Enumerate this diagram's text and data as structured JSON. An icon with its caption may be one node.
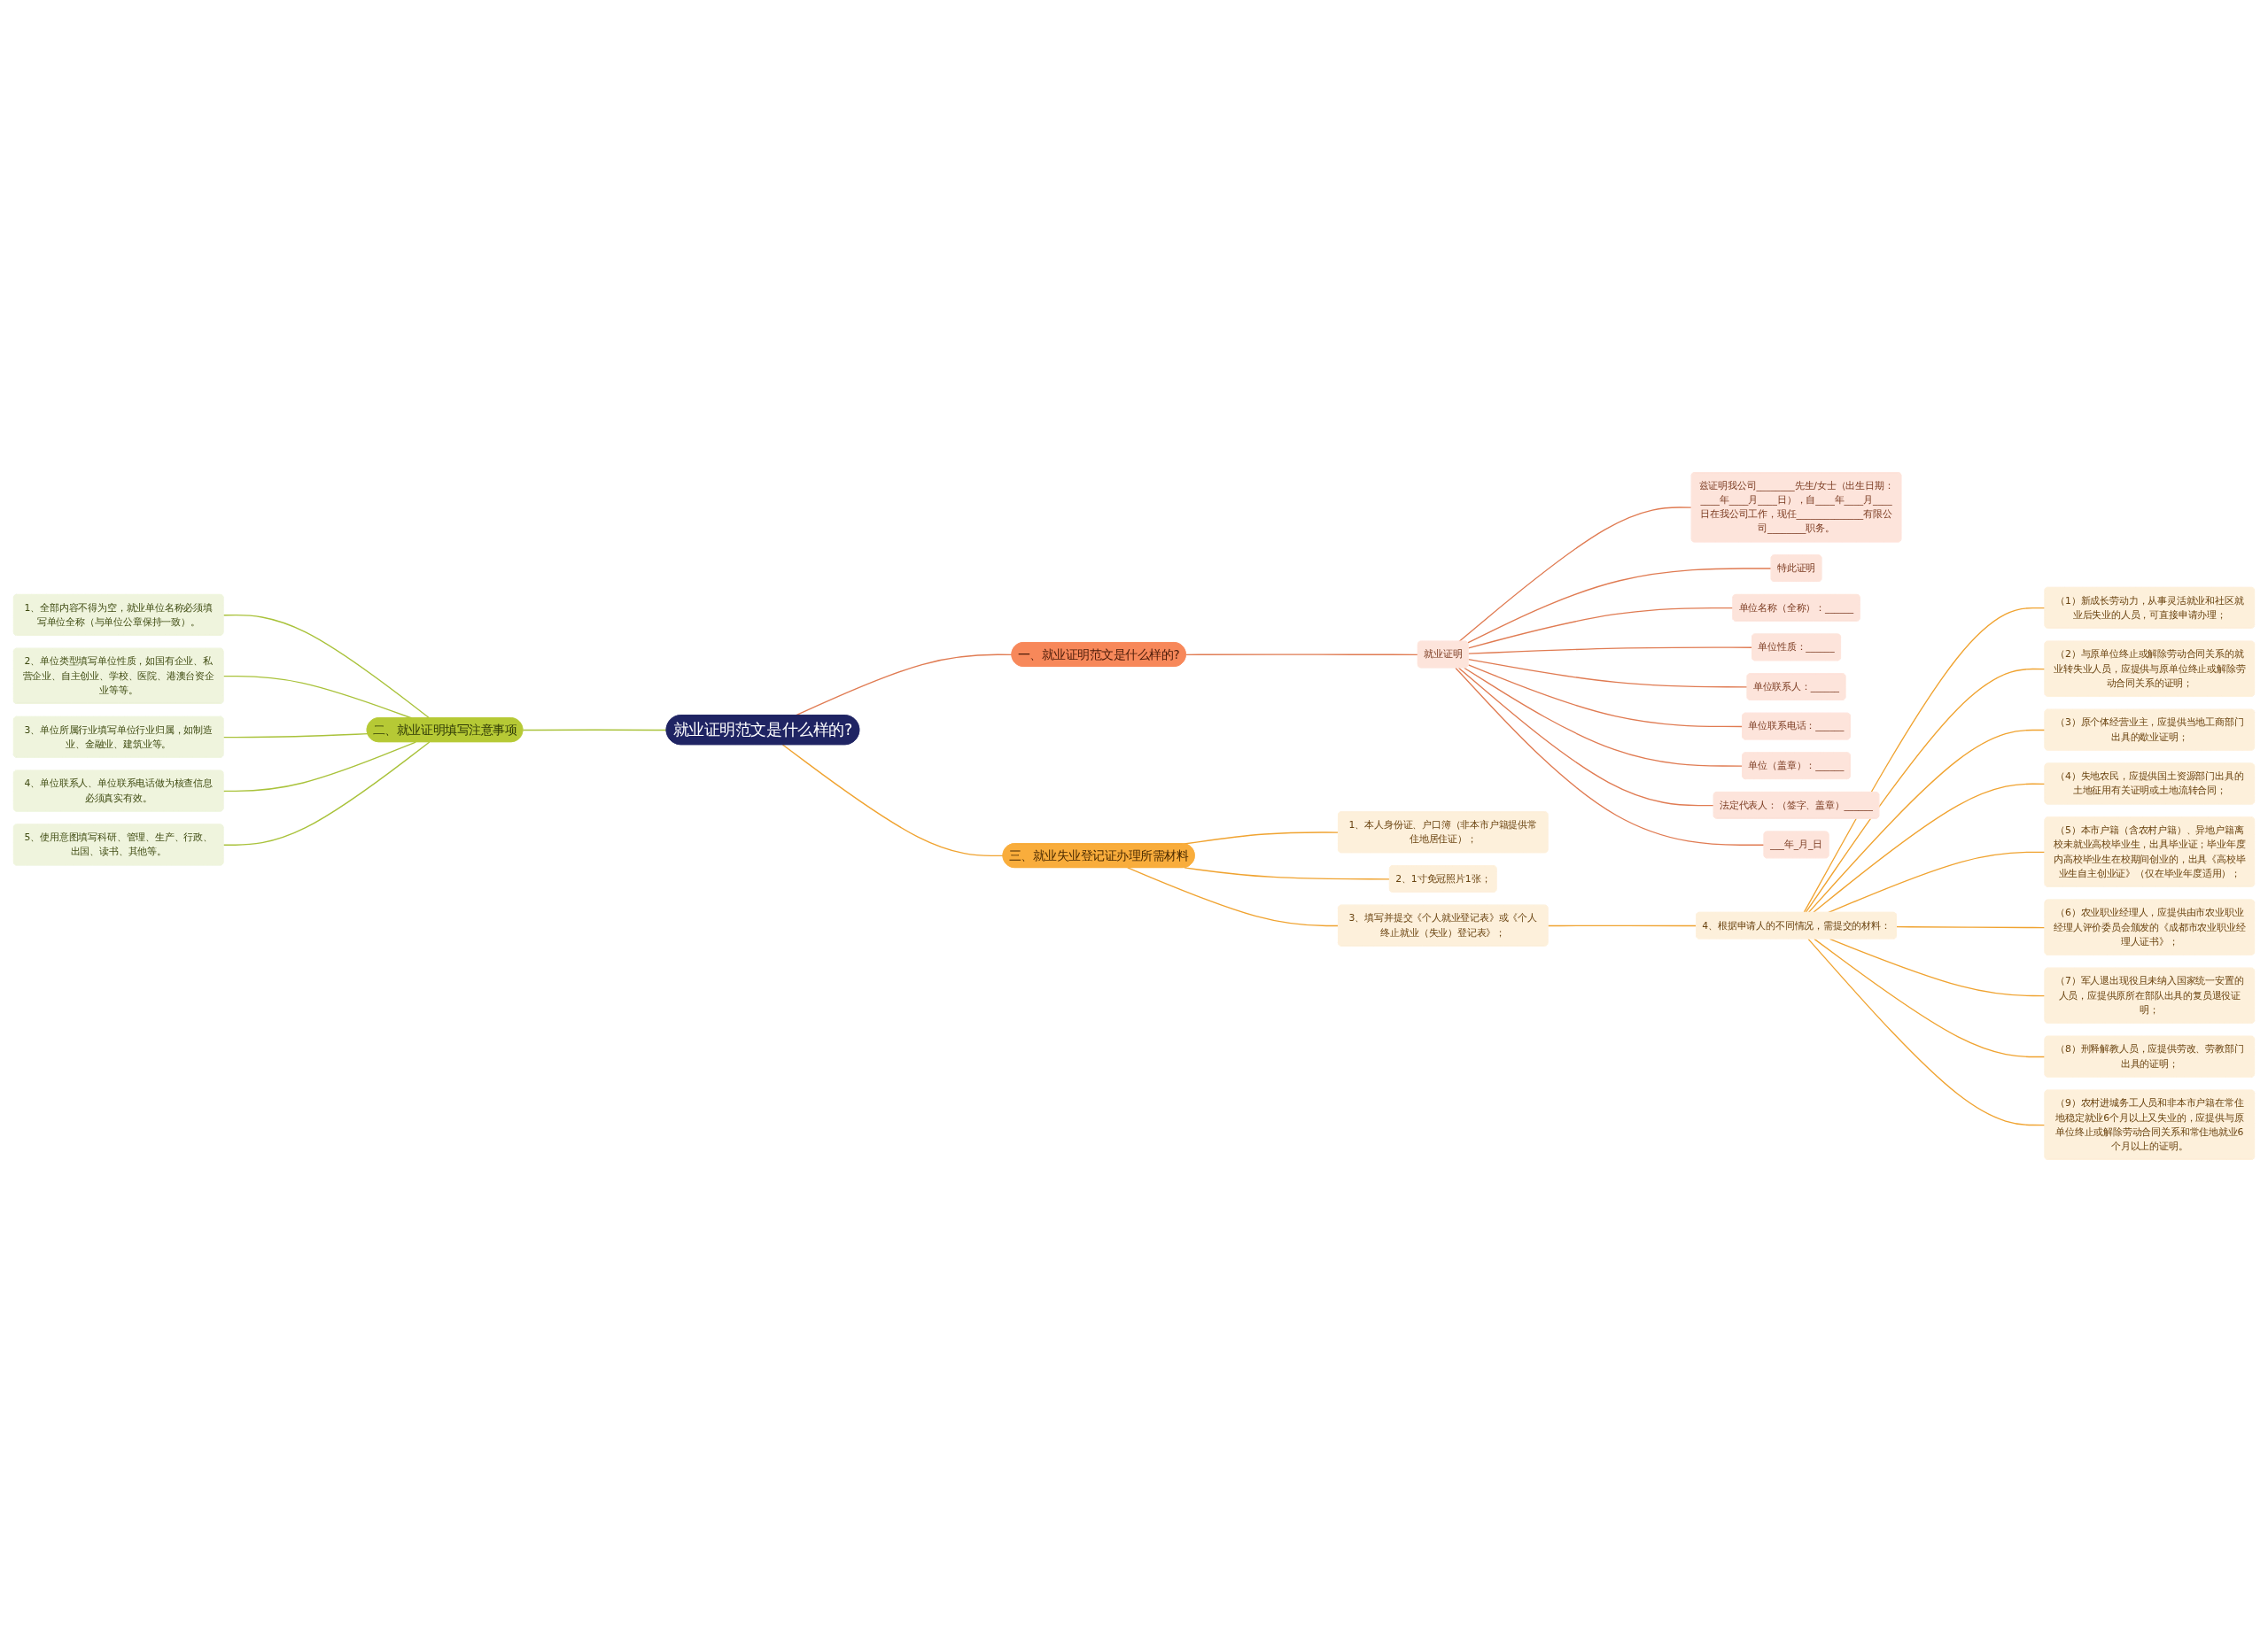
{
  "diagram": {
    "nodes": [
      {
        "text": [
          "就业证明范文是什么样的?"
        ]
      },
      {
        "text": [
          "一、就业证明范文是什么样的?"
        ]
      },
      {
        "text": [
          "就业证明"
        ]
      },
      {
        "text": [
          "兹证明我公司________先生/女士（出生日期：____年____月____日），自____年____月____日在我公司工作，现任______________有限公司________职务。"
        ]
      },
      {
        "text": [
          "特此证明"
        ]
      },
      {
        "text": [
          "单位名称（全称）：______"
        ]
      },
      {
        "text": [
          "单位性质：______"
        ]
      },
      {
        "text": [
          "单位联系人：______"
        ]
      },
      {
        "text": [
          "单位联系电话：______"
        ]
      },
      {
        "text": [
          "单位（盖章）：______"
        ]
      },
      {
        "text": [
          "法定代表人：（签字、盖章）______"
        ]
      },
      {
        "text": [
          "___年_月_日"
        ]
      },
      {
        "text": [
          "二、就业证明填写注意事项"
        ]
      },
      {
        "text": [
          "1、全部内容不得为空，就业单位名称必须填写单位全称（与单位公章保持一致）。"
        ]
      },
      {
        "text": [
          "2、单位类型填写单位性质，如国有企业、私营企业、自主创业、学校、医院、港澳台资企业等等。"
        ]
      },
      {
        "text": [
          "3、单位所属行业填写单位行业归属，如制造业、金融业、建筑业等。"
        ]
      },
      {
        "text": [
          "4、单位联系人、单位联系电话做为核查信息必须真实有效。"
        ]
      },
      {
        "text": [
          "5、使用意图填写科研、管理、生产、行政、出国、读书、其他等。"
        ]
      },
      {
        "text": [
          "三、就业失业登记证办理所需材料"
        ]
      },
      {
        "text": [
          "1、本人身份证、户口簿（非本市户籍提供常住地居住证）；"
        ]
      },
      {
        "text": [
          "2、1寸免冠照片1张；"
        ]
      },
      {
        "text": [
          "3、填写并提交《个人就业登记表》或《个人终止就业（失业）登记表》；"
        ]
      },
      {
        "text": [
          "4、根据申请人的不同情况，需提交的材料："
        ]
      },
      {
        "text": [
          "（1）新成长劳动力，从事灵活就业和社区就业后失业的人员，可直接申请办理；"
        ]
      },
      {
        "text": [
          "（2）与原单位终止或解除劳动合同关系的就业转失业人员，应提供与原单位终止或解除劳动合同关系的证明；"
        ]
      },
      {
        "text": [
          "（3）原个体经营业主，应提供当地工商部门出具的歇业证明；"
        ]
      },
      {
        "text": [
          "（4）失地农民，应提供国土资源部门出具的土地征用有关证明或土地流转合同；"
        ]
      },
      {
        "text": [
          "（5）本市户籍（含农村户籍）、异地户籍离校未就业高校毕业生，出具毕业证；毕业年度内高校毕业生在校期间创业的，出具《高校毕业生自主创业证》（仅在毕业年度适用）；"
        ]
      },
      {
        "text": [
          "（6）农业职业经理人，应提供由市农业职业经理人评价委员会颁发的《成都市农业职业经理人证书》；"
        ]
      },
      {
        "text": [
          "（7）军人退出现役且未纳入国家统一安置的人员，应提供原所在部队出具的复员退役证明；"
        ]
      },
      {
        "text": [
          "（8）刑释解教人员，应提供劳改、劳教部门出具的证明；"
        ]
      },
      {
        "text": [
          "（9）农村进城务工人员和非本市户籍在常住地稳定就业6个月以上又失业的，应提供与原单位终止或解除劳动合同关系和常住地就业6个月以上的证明。"
        ]
      }
    ],
    "edges": [
      {
        "from": 0,
        "to": 1,
        "arrow": "none",
        "color": "#e07b52"
      },
      {
        "from": 1,
        "to": 2,
        "arrow": "none",
        "color": "#e07b52"
      },
      {
        "from": 2,
        "to": 3,
        "arrow": "none",
        "color": "#e07b52"
      },
      {
        "from": 2,
        "to": 4,
        "arrow": "none",
        "color": "#e07b52"
      },
      {
        "from": 2,
        "to": 5,
        "arrow": "none",
        "color": "#e07b52"
      },
      {
        "from": 2,
        "to": 6,
        "arrow": "none",
        "color": "#e07b52"
      },
      {
        "from": 2,
        "to": 7,
        "arrow": "none",
        "color": "#e07b52"
      },
      {
        "from": 2,
        "to": 8,
        "arrow": "none",
        "color": "#e07b52"
      },
      {
        "from": 2,
        "to": 9,
        "arrow": "none",
        "color": "#e07b52"
      },
      {
        "from": 2,
        "to": 10,
        "arrow": "none",
        "color": "#e07b52"
      },
      {
        "from": 2,
        "to": 11,
        "arrow": "none",
        "color": "#e07b52"
      },
      {
        "from": 0,
        "to": 12,
        "arrow": "none",
        "color": "#a9c23a"
      },
      {
        "from": 12,
        "to": 13,
        "arrow": "none",
        "color": "#a9c23a"
      },
      {
        "from": 12,
        "to": 14,
        "arrow": "none",
        "color": "#a9c23a"
      },
      {
        "from": 12,
        "to": 15,
        "arrow": "none",
        "color": "#a9c23a"
      },
      {
        "from": 12,
        "to": 16,
        "arrow": "none",
        "color": "#a9c23a"
      },
      {
        "from": 12,
        "to": 17,
        "arrow": "none",
        "color": "#a9c23a"
      },
      {
        "from": 0,
        "to": 18,
        "arrow": "none"
      },
      {
        "from": 18,
        "to": 19,
        "arrow": "none"
      },
      {
        "from": 18,
        "to": 20,
        "arrow": "none"
      },
      {
        "from": 18,
        "to": 21,
        "arrow": "none"
      },
      {
        "from": 21,
        "to": 22,
        "arrow": "none"
      },
      {
        "from": 22,
        "to": 23,
        "arrow": "none"
      },
      {
        "from": 22,
        "to": 24,
        "arrow": "none"
      },
      {
        "from": 22,
        "to": 25,
        "arrow": "none"
      },
      {
        "from": 22,
        "to": 26,
        "arrow": "none"
      },
      {
        "from": 22,
        "to": 27,
        "arrow": "none"
      },
      {
        "from": 22,
        "to": 28,
        "arrow": "none"
      },
      {
        "from": 22,
        "to": 29,
        "arrow": "none"
      },
      {
        "from": 22,
        "to": 30,
        "arrow": "none"
      },
      {
        "from": 22,
        "to": 31,
        "arrow": "none"
      }
    ]
  }
}
